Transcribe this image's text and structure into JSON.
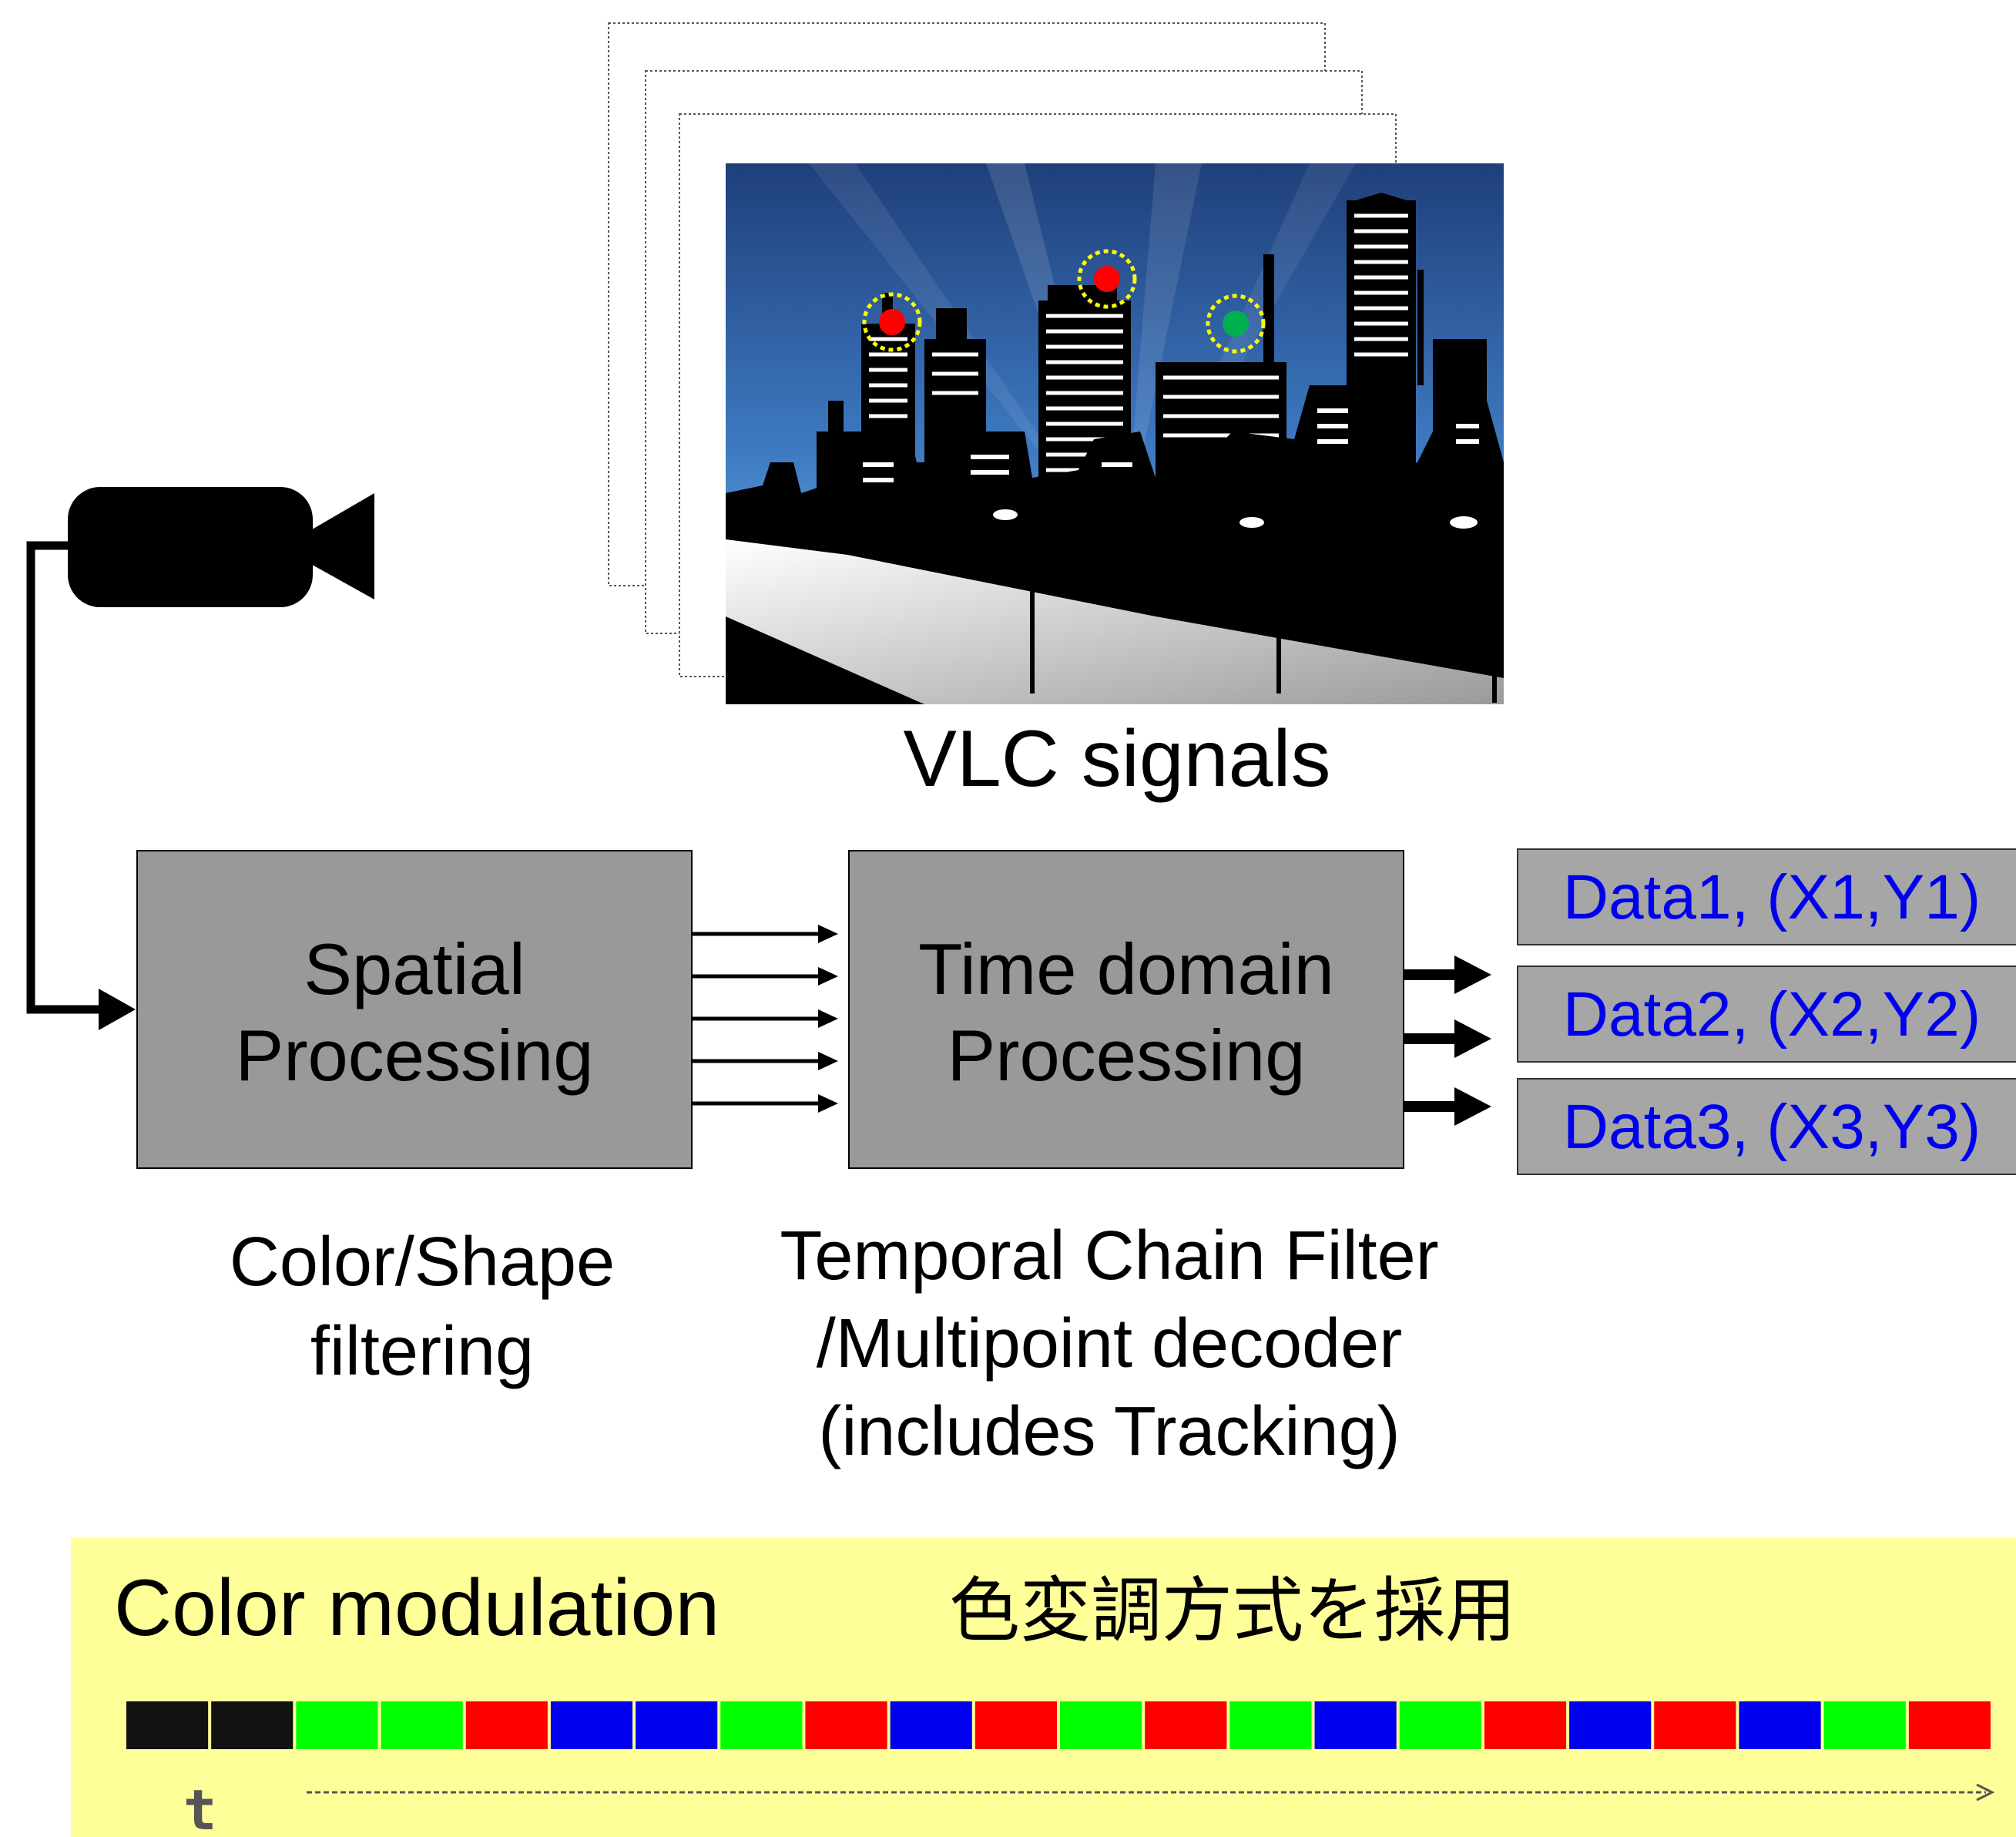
{
  "caption": "VLC signals",
  "blocks": {
    "spatial": {
      "line1": "Spatial",
      "line2": "Processing"
    },
    "time": {
      "line1": "Time domain",
      "line2": "Processing"
    }
  },
  "outputs": [
    "Data1, (X1,Y1)",
    "Data2, (X2,Y2)",
    "Data3, (X3,Y3)"
  ],
  "descriptions": {
    "spatial": [
      "Color/Shape",
      "filtering"
    ],
    "time": [
      "Temporal Chain Filter",
      "/Multipoint decoder",
      "(includes Tracking)"
    ]
  },
  "modulation": {
    "title": "Color modulation",
    "subtitle": "色変調方式を採用",
    "time_label": "t",
    "sequence": [
      "black",
      "black",
      "green",
      "green",
      "red",
      "blue",
      "blue",
      "green",
      "red",
      "blue",
      "red",
      "green",
      "red",
      "green",
      "blue",
      "green",
      "red",
      "blue",
      "red",
      "blue",
      "green",
      "red"
    ]
  },
  "colors": {
    "block_fill": "#999999",
    "data_box_fill": "#a6a6a6",
    "output_text": "#0000ee",
    "banner": "#ffff99",
    "sky_top": "#1f3f7a",
    "sky_bottom": "#7ab8e6",
    "light_red": "#ff0000",
    "light_green": "#00b050",
    "halo": "#ffff00",
    "black": "#111111",
    "green": "#00ff00",
    "red": "#ff0000",
    "blue": "#0000ee"
  }
}
